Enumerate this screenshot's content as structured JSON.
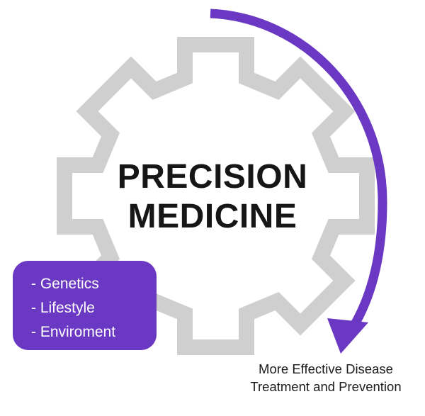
{
  "diagram": {
    "title_lines": [
      "PRECISION",
      "MEDICINE"
    ],
    "gear": {
      "name": "gear-shape",
      "color": "#CFCFCF",
      "teeth": 8
    },
    "arrow": {
      "name": "curved-arrow",
      "color": "#6A38C2",
      "direction": "clockwise-down"
    },
    "factors_card": {
      "background": "#6A38C2",
      "text_color": "#FFFFFF",
      "items": [
        "- Genetics",
        "- Lifestyle",
        "- Enviroment"
      ]
    },
    "caption_lines": [
      "More Effective Disease",
      "Treatment and Prevention"
    ]
  }
}
